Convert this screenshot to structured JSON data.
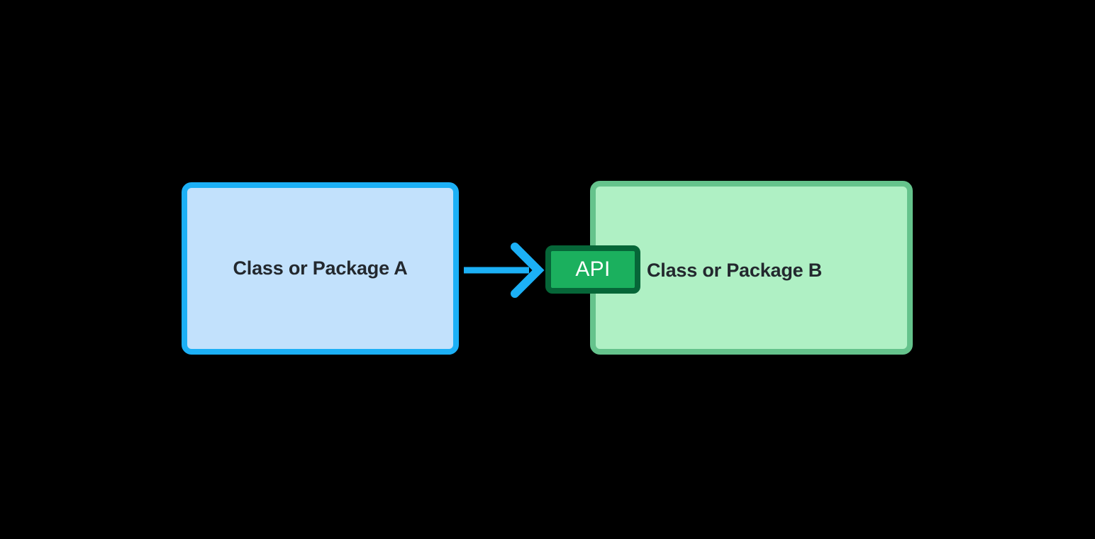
{
  "diagram": {
    "type": "dependency-diagram",
    "background_color": "#000000",
    "title": "",
    "nodes": [
      {
        "id": "node-a",
        "label": "Class or Package A",
        "fill_color": "#c2e1fc",
        "border_color": "#1cb0f6",
        "text_color": "#23282e"
      },
      {
        "id": "node-b",
        "label": "Class or Package B",
        "fill_color": "#aff0c4",
        "border_color": "#65c38c",
        "text_color": "#23282e"
      }
    ],
    "badge": {
      "id": "api-badge",
      "label": "API",
      "fill_color": "#1bb05e",
      "border_color": "#066638",
      "text_color": "#ffffff"
    },
    "edge": {
      "id": "dependency-arrow",
      "label": "",
      "color": "#1cb0f6",
      "from": "node-a",
      "to": "api-badge",
      "style": "solid-arrow"
    }
  }
}
